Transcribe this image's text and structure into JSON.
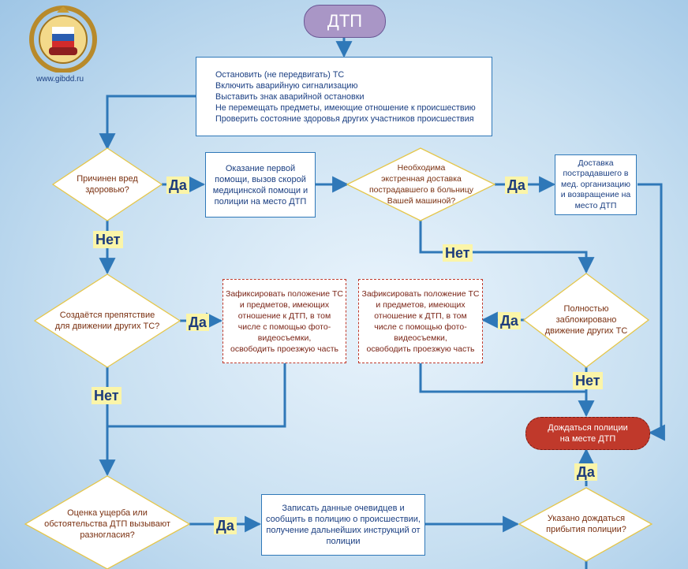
{
  "logo": {
    "site": "www.gibdd.ru",
    "icon": "gibdd-emblem-icon"
  },
  "title": "ДТП",
  "nodes": {
    "first_actions": "Остановить (не передвигать) ТС\nВключить аварийную сигнализацию\nВыставить знак аварийной остановки\nНе перемещать предметы, имеющие отношение к происшествию\nПроверить состояние здоровья других участников происшествия",
    "q_harm": "Причинен вред\nздоровью?",
    "first_aid": "Оказание первой\nпомощи, вызов скорой\nмедицинской помощи и\nполиции на место ДТП",
    "q_urgent": "Необходима\nэкстренная доставка\nпострадавшего в больницу\nВашей машиной?",
    "delivery": "Доставка\nпострадавшего в\nмед. организацию\nи возвращение на\nместо ДТП",
    "q_obstacle": "Создаётся препятствие\nдля движении других ТС?",
    "record_1": "Зафиксировать положение ТС\nи предметов, имеющих\nотношение к ДТП, в том\nчисле с помощью фото-\nвидеосъемки,\nосвободить проезжую часть",
    "record_2": "Зафиксировать положение ТС\nи предметов, имеющих\nотношение к ДТП, в том\nчисле с помощью фото-\nвидеосъемки,\nосвободить проезжую часть",
    "q_blocked": "Полностью\nзаблокировано\nдвижение других ТС",
    "wait_police": "Дождаться полиции\nна месте ДТП",
    "q_damage": "Оценка ущерба или\nобстоятельства ДТП вызывают\nразногласия?",
    "witnesses": "Записать данные очевидцев и\nсообщить в полицию о происшествии,\nполучение дальнейших инструкций от\nполиции",
    "q_wait": "Указано дождаться\nприбытия полиции?"
  },
  "labels": {
    "yes_harm": "Да",
    "no_harm": "Нет",
    "yes_urgent": "Да",
    "no_urgent": "Нет",
    "yes_obstacle": "Да",
    "no_obstacle": "Нет",
    "yes_blocked": "Да",
    "no_blocked": "Нет",
    "yes_damage": "Да",
    "yes_wait": "Да"
  },
  "colors": {
    "connector": "#2f78b8",
    "diamond_fill": "#ffffff",
    "label_bg": "#fbf5a8",
    "title_pill": "#a996c6",
    "final_pill": "#c0392b"
  }
}
